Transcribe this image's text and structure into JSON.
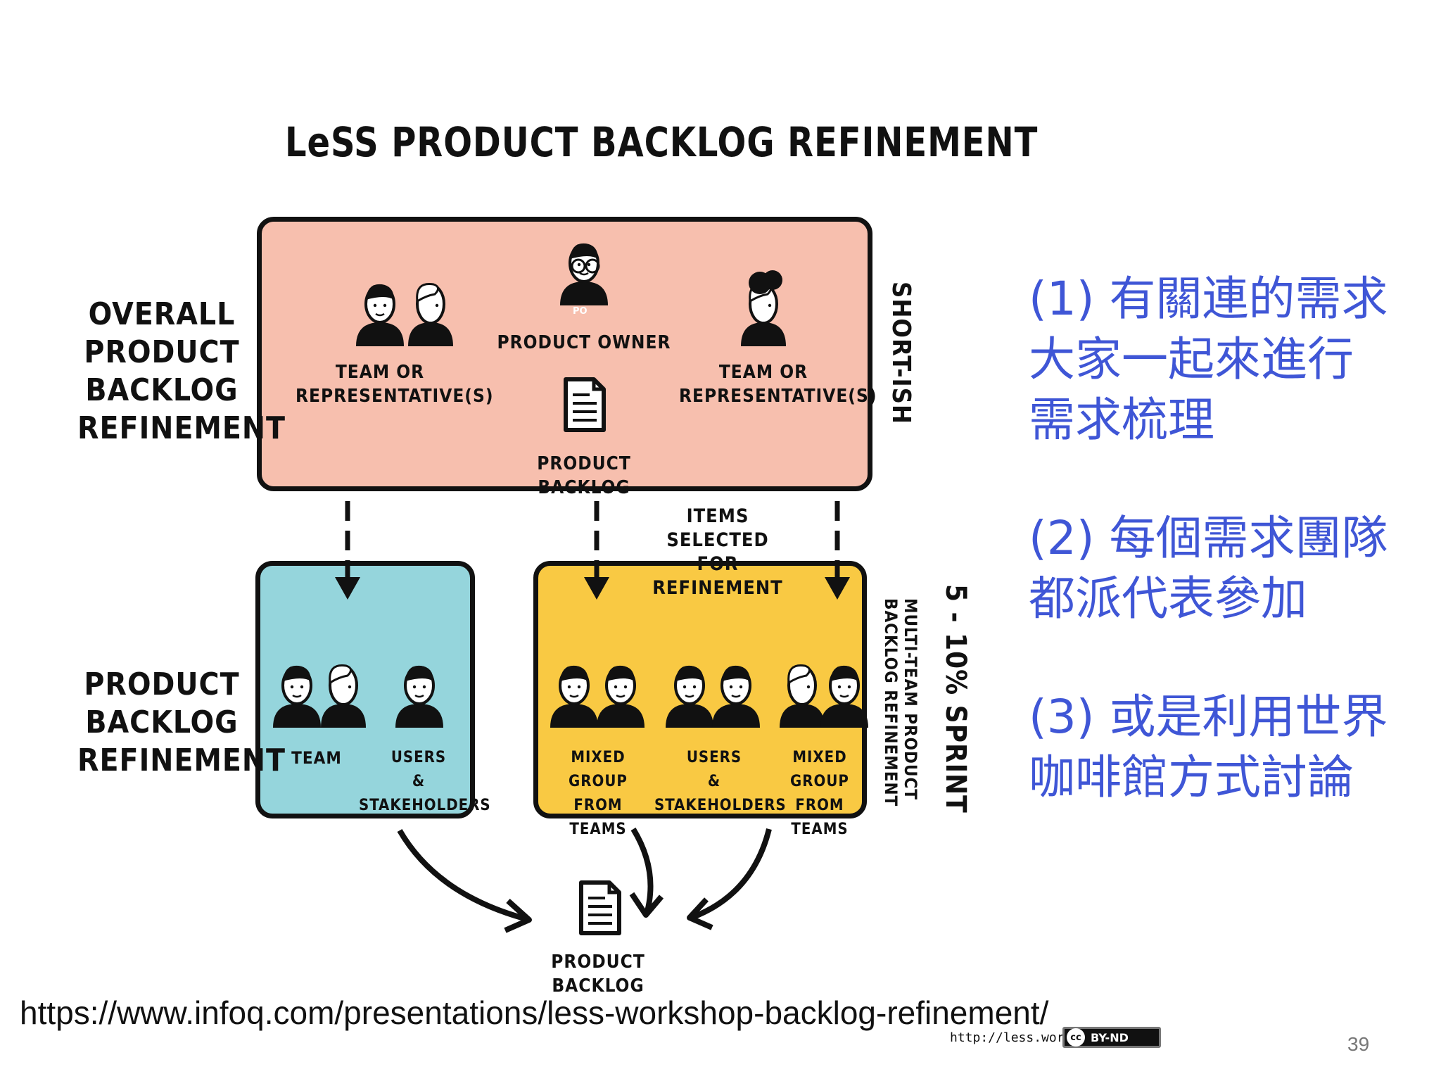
{
  "title": "LeSS PRODUCT BACKLOG REFINEMENT",
  "side_labels": {
    "overall": "OVERALL\nPRODUCT\nBACKLOG\nREFINEMENT",
    "product_backlog_refinement": "PRODUCT\nBACKLOG\nREFINEMENT"
  },
  "top_box": {
    "left_group": "TEAM OR\nREPRESENTATIVE(S)",
    "product_owner": "PRODUCT OWNER",
    "po_badge": "PO",
    "product_backlog": "PRODUCT BACKLOG",
    "right_group": "TEAM OR\nREPRESENTATIVE(S)"
  },
  "short_ish": "SHORT-ISH",
  "items_selected": "ITEMS SELECTED\nFOR REFINEMENT",
  "blue_box": {
    "team": "TEAM",
    "users": "USERS\n& STAKEHOLDERS"
  },
  "yellow_box": {
    "mixed_left": "MIXED GROUP\nFROM TEAMS",
    "users": "USERS\n& STAKEHOLDERS",
    "mixed_right": "MIXED GROUP\nFROM TEAMS"
  },
  "multi_team_label": "MULTI-TEAM PRODUCT\nBACKLOG REFINEMENT",
  "sprint_label": "5 - 10% SPRINT",
  "bottom_backlog": "PRODUCT BACKLOG",
  "notes": [
    "(1) 有關連的需求\n大家一起來進行\n需求梳理",
    "(2) 每個需求團隊\n都派代表參加",
    "(3) 或是利用世界\n咖啡館方式討論"
  ],
  "source_url": "https://www.infoq.com/presentations/less-workshop-backlog-refinement/",
  "less_url": "http://less.works",
  "license": {
    "cc": "cc",
    "text": "BY-ND"
  },
  "page_number": "39",
  "colors": {
    "top_box": "#f7bfae",
    "blue_box": "#95d5dc",
    "yellow_box": "#f9c943",
    "notes_text": "#3f56d6"
  }
}
